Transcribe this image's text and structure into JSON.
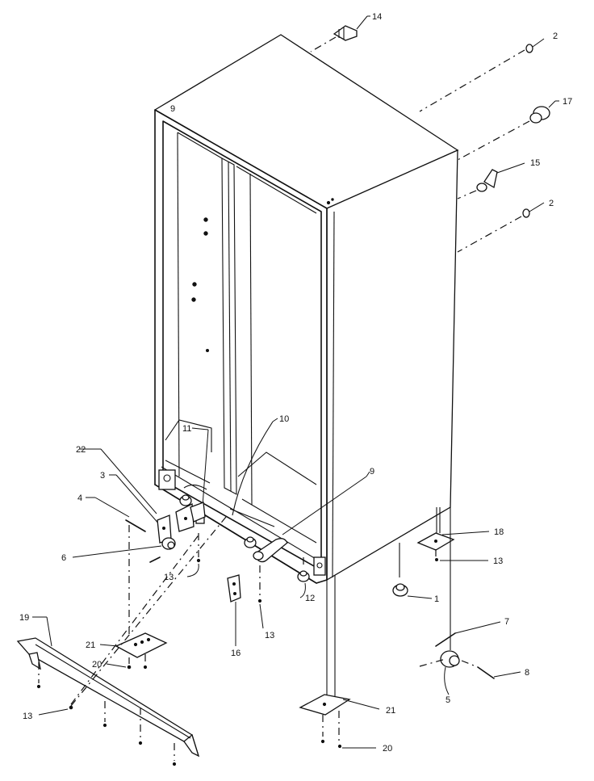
{
  "diagram": {
    "callouts": {
      "c1": "1",
      "c2a": "2",
      "c2b": "2",
      "c3": "3",
      "c4": "4",
      "c5": "5",
      "c6": "6",
      "c7": "7",
      "c8": "8",
      "c9": "9",
      "c10": "10",
      "c11": "11",
      "c12": "12",
      "c13a": "13",
      "c13b": "13",
      "c13c": "13",
      "c13d": "13",
      "c14": "14",
      "c15": "15",
      "c16": "16",
      "c17": "17",
      "c18": "18",
      "c19": "19",
      "c20a": "20",
      "c20b": "20",
      "c21a": "21",
      "c21b": "21",
      "c22": "22"
    }
  }
}
